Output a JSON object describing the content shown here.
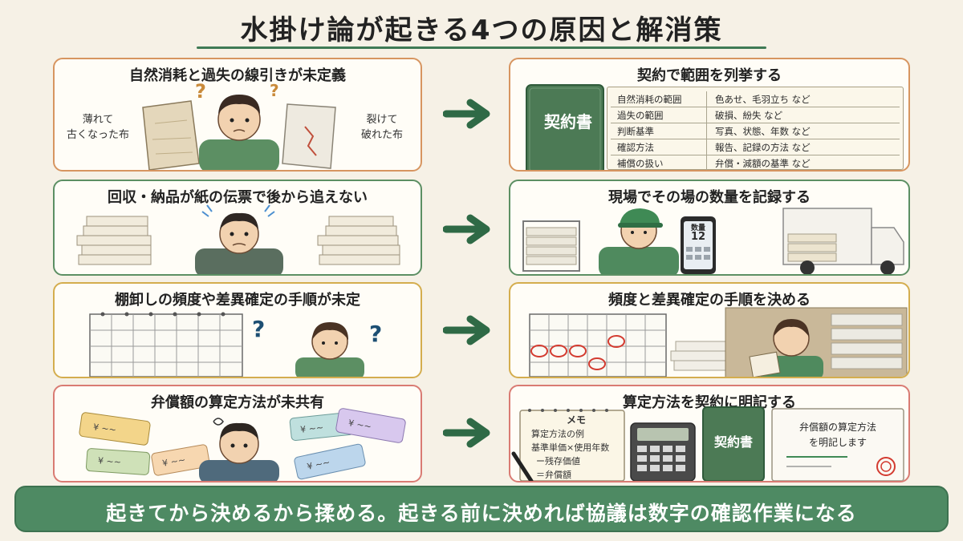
{
  "title": "水掛け論が起きる4つの原因と解消策",
  "colors": {
    "accent": "#3f7a55",
    "orange": "#d79560",
    "green": "#5c8f63",
    "gold": "#d4ad4e",
    "red": "#d97b73"
  },
  "causes": [
    {
      "heading": "自然消耗と過失の線引きが未定義",
      "left_label": [
        "薄れて",
        "古くなった布"
      ],
      "right_label": [
        "裂けて",
        "破れた布"
      ]
    },
    {
      "heading": "回収・納品が紙の伝票で後から追えない"
    },
    {
      "heading": "棚卸しの頻度や差異確定の手順が未定"
    },
    {
      "heading": "弁償額の算定方法が未共有",
      "tag_text": "¥ ~~"
    }
  ],
  "solutions": [
    {
      "heading": "契約で範囲を列挙する",
      "book_title": "契約書",
      "table": [
        [
          "自然消耗の範囲",
          "色あせ、毛羽立ち など"
        ],
        [
          "過失の範囲",
          "破損、紛失 など"
        ],
        [
          "判断基準",
          "写真、状態、年数 など"
        ],
        [
          "確認方法",
          "報告、記録の方法 など"
        ],
        [
          "補償の扱い",
          "弁償・減額の基準 など"
        ]
      ]
    },
    {
      "heading": "現場でその場の数量を記録する",
      "phone_label": "数量",
      "phone_value": "12"
    },
    {
      "heading": "頻度と差異確定の手順を決める"
    },
    {
      "heading": "算定方法を契約に明記する",
      "memo_title": "メモ",
      "memo_lines": [
        "算定方法の例",
        "基準単価×使用年数",
        "ー残存価値",
        "＝弁償額"
      ],
      "book_title": "契約書",
      "doc_text": [
        "弁償額の算定方法",
        "を明記します"
      ]
    }
  ],
  "footer": "起きてから決めるから揉める。起きる前に決めれば協議は数字の確認作業になる"
}
